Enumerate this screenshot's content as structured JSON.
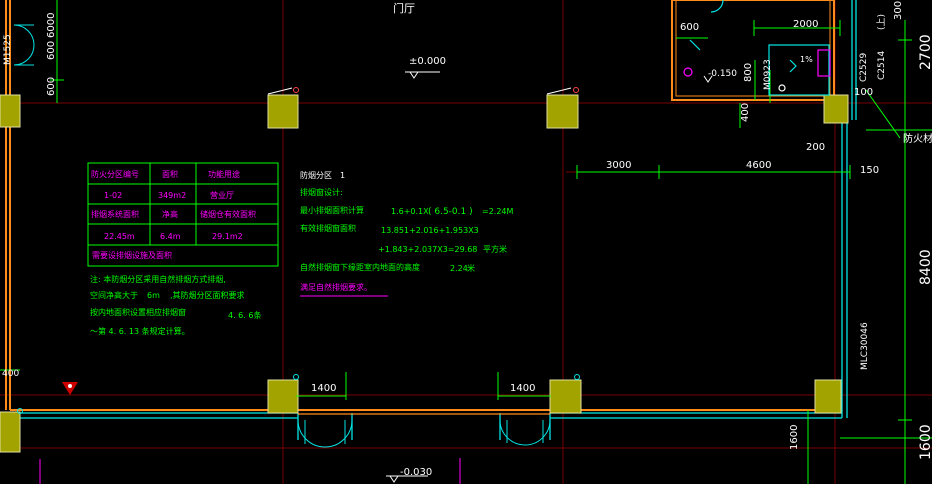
{
  "labels": {
    "room_name": "门厅",
    "elev_main": "±0.000",
    "elev_toilet": "-0.150",
    "elev_bottom": "-0.030",
    "fire_material": "防火材料",
    "column_code": "MLC30046"
  },
  "door_codes": {
    "left": "M1525",
    "toilet": "M0923",
    "window_a": "C2529",
    "window_b": "C2514",
    "window_b_suffix": "(上)"
  },
  "dims": {
    "d2000": "2000",
    "d300": "300",
    "d2700": "2700",
    "d6000": "6000",
    "d600a": "600",
    "d600b": "600",
    "d600c": "600",
    "d800": "800",
    "d100": "100",
    "d400": "400",
    "d200": "200",
    "d3000": "3000",
    "d4600": "4600",
    "d150": "150",
    "d8400": "8400",
    "d1400a": "1400",
    "d1400b": "1400",
    "d1600a": "1600",
    "d1600b": "1600",
    "d400b": "400",
    "slope": "1%"
  },
  "table": {
    "rows": [
      [
        "防火分区编号",
        "面积",
        "功能用途"
      ],
      [
        "1-02",
        "349m2",
        "营业厅"
      ],
      [
        "排烟系统面积",
        "净高",
        "储烟仓有效面积"
      ],
      [
        "22.45m",
        "6.4m",
        "29.1m2"
      ],
      [
        "需要设排烟设施及面积",
        "",
        ""
      ]
    ]
  },
  "notes_left": [
    "注: 本防烟分区采用自然排烟方式排烟,",
    "空间净高大于",
    "6m",
    ",其防烟分区面积要求",
    "按内地面积设置相应排烟窗",
    "4. 6. 6条",
    "～第 4. 6. 13 条规定计算。"
  ],
  "calc": {
    "title_label": "防烟分区",
    "title_value": "1",
    "line_2": "排烟窗设计:",
    "line_3_label": "最小排烟面积计算",
    "line_3_formula": "1.6+0.1X",
    "line_3_bracket": "( 6.5-0.1 )",
    "line_3_result": "=2.24M",
    "line_4_label": "有效排烟窗面积",
    "line_4_formula": "13.851+2.016+1.953X3",
    "line_5_formula": "+1.843+2.037X3=29.68",
    "line_5_unit": "平方米",
    "line_6_label": "自然排烟窗下缘距室内地面的高度",
    "line_6_value": "2.24",
    "line_6_unit": "米",
    "line_7": "满足自然排烟要求。"
  },
  "colors": {
    "background": "#000000",
    "wall_orange": "#ff8c1a",
    "column_fill": "#a3a300",
    "cyan": "#00e5e5",
    "green": "#00ff00",
    "magenta": "#ff00ff",
    "white": "#ffffff",
    "red": "#cc0000",
    "grid_red": "#7a0000"
  }
}
